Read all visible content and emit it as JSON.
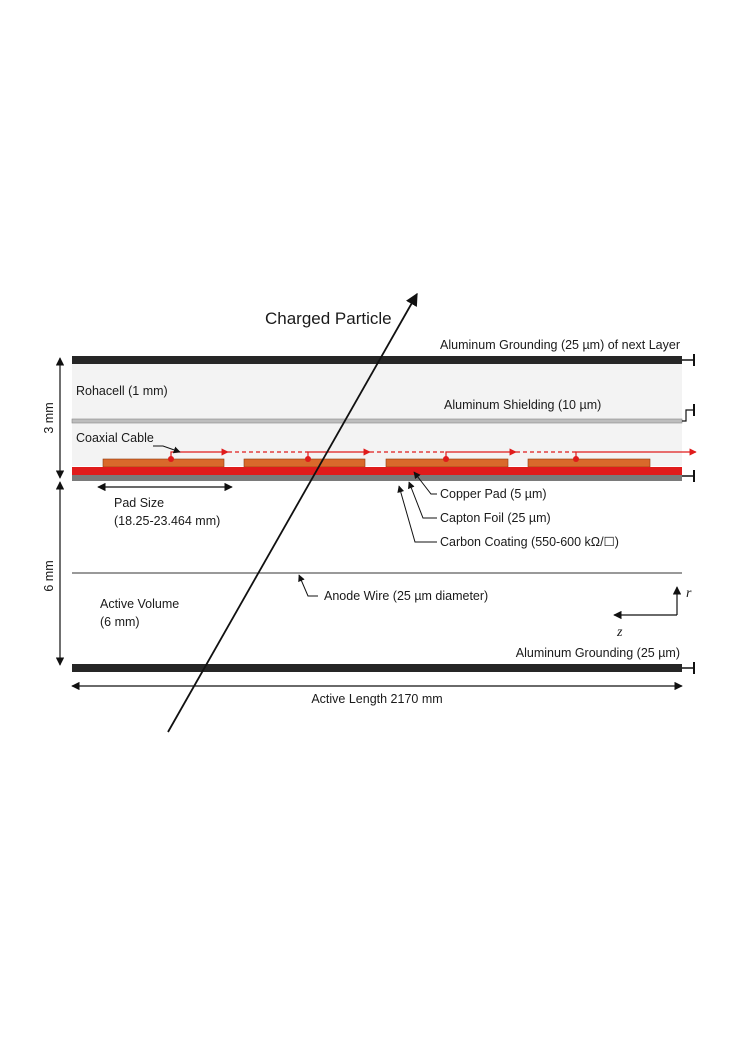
{
  "labels": {
    "charged_particle": "Charged Particle",
    "al_grounding_next": "Aluminum Grounding (25 µm) of next Layer",
    "rohacell": "Rohacell (1 mm)",
    "al_shielding": "Aluminum Shielding (10 µm)",
    "coaxial_cable": "Coaxial Cable",
    "pad_size": "Pad Size",
    "pad_size_range": "(18.25-23.464 mm)",
    "copper_pad": "Copper Pad (5 µm)",
    "capton_foil": "Capton Foil (25 µm)",
    "carbon_coating": "Carbon Coating (550-600 kΩ/☐)",
    "anode_wire": "Anode Wire (25 µm diameter)",
    "active_volume": "Active Volume",
    "active_volume_dim": "(6 mm)",
    "al_grounding": "Aluminum Grounding (25 µm)",
    "active_length": "Active Length 2170 mm",
    "dim_3mm": "3 mm",
    "dim_6mm": "6 mm",
    "axis_r": "r",
    "axis_z": "z"
  },
  "colors": {
    "grounding": "#262626",
    "shielding": "#bdbdbd",
    "rohacell_fill": "#f3f3f3",
    "copper_pad": "#d9692b",
    "capton": "#e01b1b",
    "carbon": "#7a7a7a",
    "signal": "#e01b1b"
  }
}
